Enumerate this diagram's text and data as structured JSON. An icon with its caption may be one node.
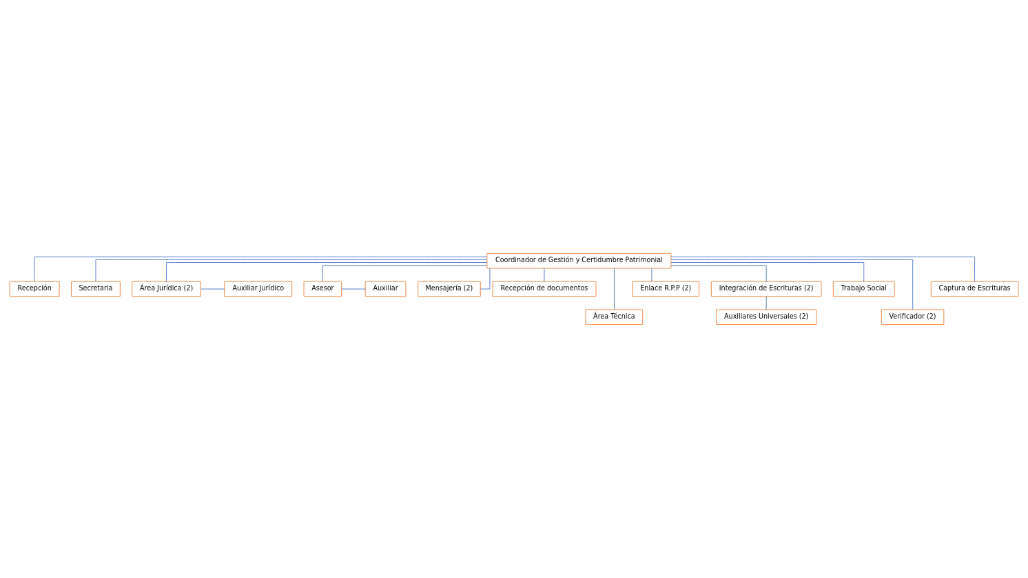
{
  "diagram": {
    "nodes": [
      {
        "text": [
          "Coordinador de Gestión y Certidumbre Patrimonial"
        ]
      },
      {
        "text": [
          "Recepción"
        ]
      },
      {
        "text": [
          "Secretaria"
        ]
      },
      {
        "text": [
          "Auxiliar Jurídico"
        ]
      },
      {
        "text": [
          "Área Jurídica (2)"
        ]
      },
      {
        "text": [
          "Asesor"
        ]
      },
      {
        "text": [
          "Auxiliar"
        ]
      },
      {
        "text": [
          "Mensajería (2)"
        ]
      },
      {
        "text": [
          "Recepción de documentos"
        ]
      },
      {
        "text": [
          "Área Técnica"
        ]
      },
      {
        "text": [
          "Enlace R.P.P (2)"
        ]
      },
      {
        "text": [
          "Integración de Escrituras (2)"
        ]
      },
      {
        "text": [
          "Trabajo Social"
        ]
      },
      {
        "text": [
          "Verificador (2)"
        ]
      },
      {
        "text": [
          "Captura de Escrituras"
        ]
      },
      {
        "text": [
          "Auxiliares Universales (2)"
        ]
      }
    ],
    "edges": [
      {
        "from": 0,
        "to": 1,
        "arrow": "none"
      },
      {
        "from": 0,
        "to": 2,
        "arrow": "none"
      },
      {
        "from": 0,
        "to": 4,
        "arrow": "none"
      },
      {
        "from": 0,
        "to": 5,
        "arrow": "none"
      },
      {
        "from": 4,
        "to": 3,
        "arrow": "none"
      },
      {
        "from": 5,
        "to": 6,
        "arrow": "none"
      },
      {
        "from": 0,
        "to": 7,
        "arrow": "none"
      },
      {
        "from": 0,
        "to": 8,
        "arrow": "none"
      },
      {
        "from": 0,
        "to": 9,
        "arrow": "none"
      },
      {
        "from": 0,
        "to": 10,
        "arrow": "none"
      },
      {
        "from": 0,
        "to": 11,
        "arrow": "none"
      },
      {
        "from": 0,
        "to": 12,
        "arrow": "none"
      },
      {
        "from": 0,
        "to": 13,
        "arrow": "none"
      },
      {
        "from": 0,
        "to": 14,
        "arrow": "none"
      },
      {
        "from": 11,
        "to": 15,
        "arrow": "none"
      }
    ]
  }
}
